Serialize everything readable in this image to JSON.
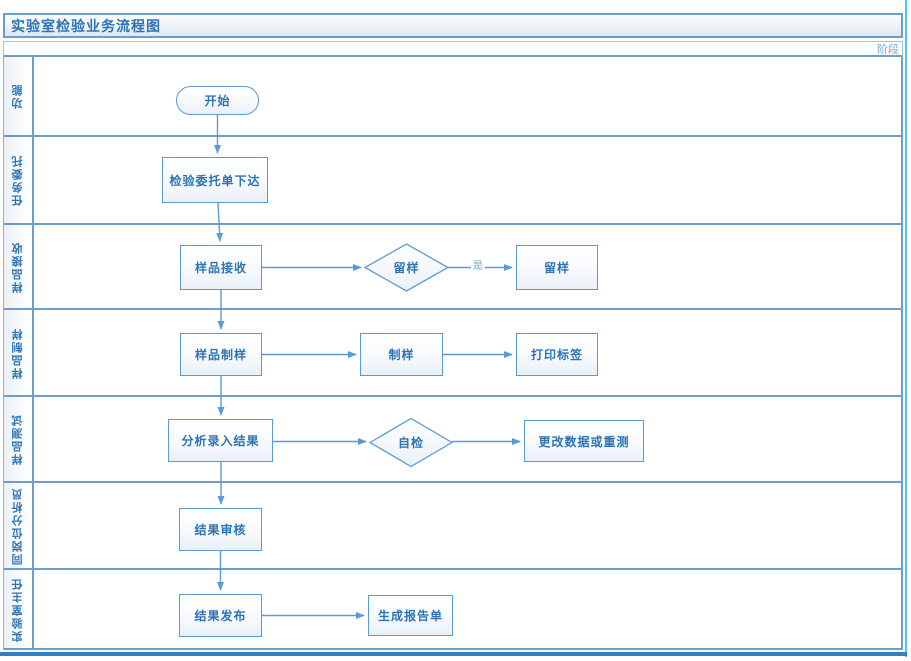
{
  "title": "实验室检验业务流程图",
  "phase_header": "阶段",
  "lanes": [
    {
      "label": "功能"
    },
    {
      "label": "任务委托"
    },
    {
      "label": "样品接收"
    },
    {
      "label": "样品制样"
    },
    {
      "label": "样品测试"
    },
    {
      "label": "同岗位分析员"
    },
    {
      "label": "实验室主任"
    }
  ],
  "nodes": {
    "start": "开始",
    "order_issue": "检验委托单下达",
    "sample_receive": "样品接收",
    "retain_decision": "留样",
    "retain_sample": "留样",
    "sample_prepare": "样品制样",
    "prepare": "制样",
    "print_label": "打印标签",
    "analysis_entry": "分析录入结果",
    "self_check": "自检",
    "change_or_retest": "更改数据或重测",
    "result_review": "结果审核",
    "result_publish": "结果发布",
    "generate_report": "生成报告单"
  },
  "edge_labels": {
    "yes": "是"
  },
  "colors": {
    "accent": "#5b9bd5",
    "node_text": "#2e74b5",
    "grid_line": "#6d9eca",
    "page_edge_right": "#4ec4ee",
    "page_edge_bottom": "#3181c3"
  }
}
